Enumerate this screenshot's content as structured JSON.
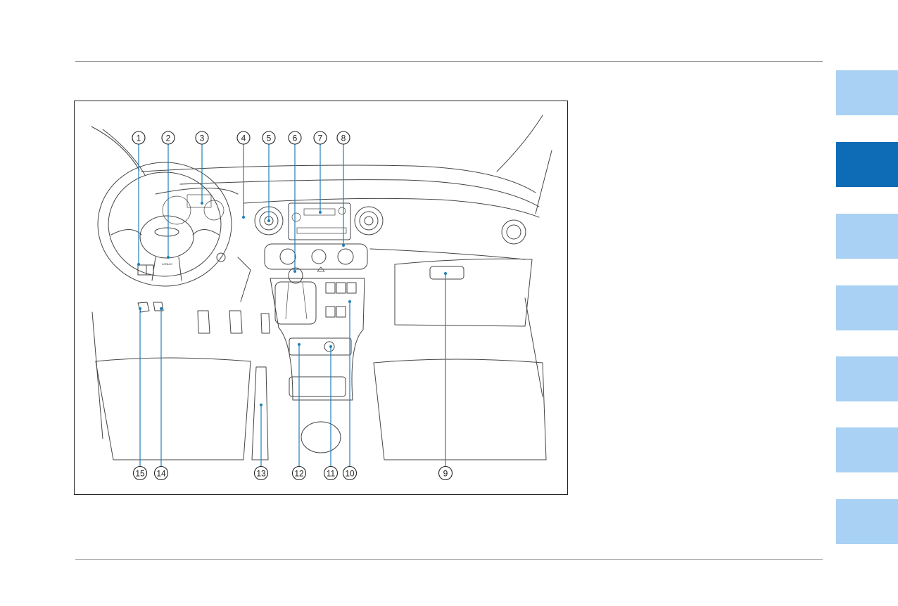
{
  "side_tabs": [
    {
      "state": "normal",
      "color": "#a8d1f3"
    },
    {
      "state": "active",
      "color": "#0e6bb5"
    },
    {
      "state": "normal",
      "color": "#a8d1f3"
    },
    {
      "state": "normal",
      "color": "#a8d1f3"
    },
    {
      "state": "normal",
      "color": "#a8d1f3"
    },
    {
      "state": "normal",
      "color": "#a8d1f3"
    },
    {
      "state": "normal",
      "color": "#a8d1f3"
    }
  ],
  "figure": {
    "illustration": "vehicle-interior-line-drawing",
    "airbag_text": "AIRBAG",
    "leader_color": "#1e7fb8",
    "callouts_top": [
      "1",
      "2",
      "3",
      "4",
      "5",
      "6",
      "7",
      "8"
    ],
    "callouts_bottom": [
      "15",
      "14",
      "13",
      "12",
      "11",
      "10",
      "9"
    ]
  }
}
